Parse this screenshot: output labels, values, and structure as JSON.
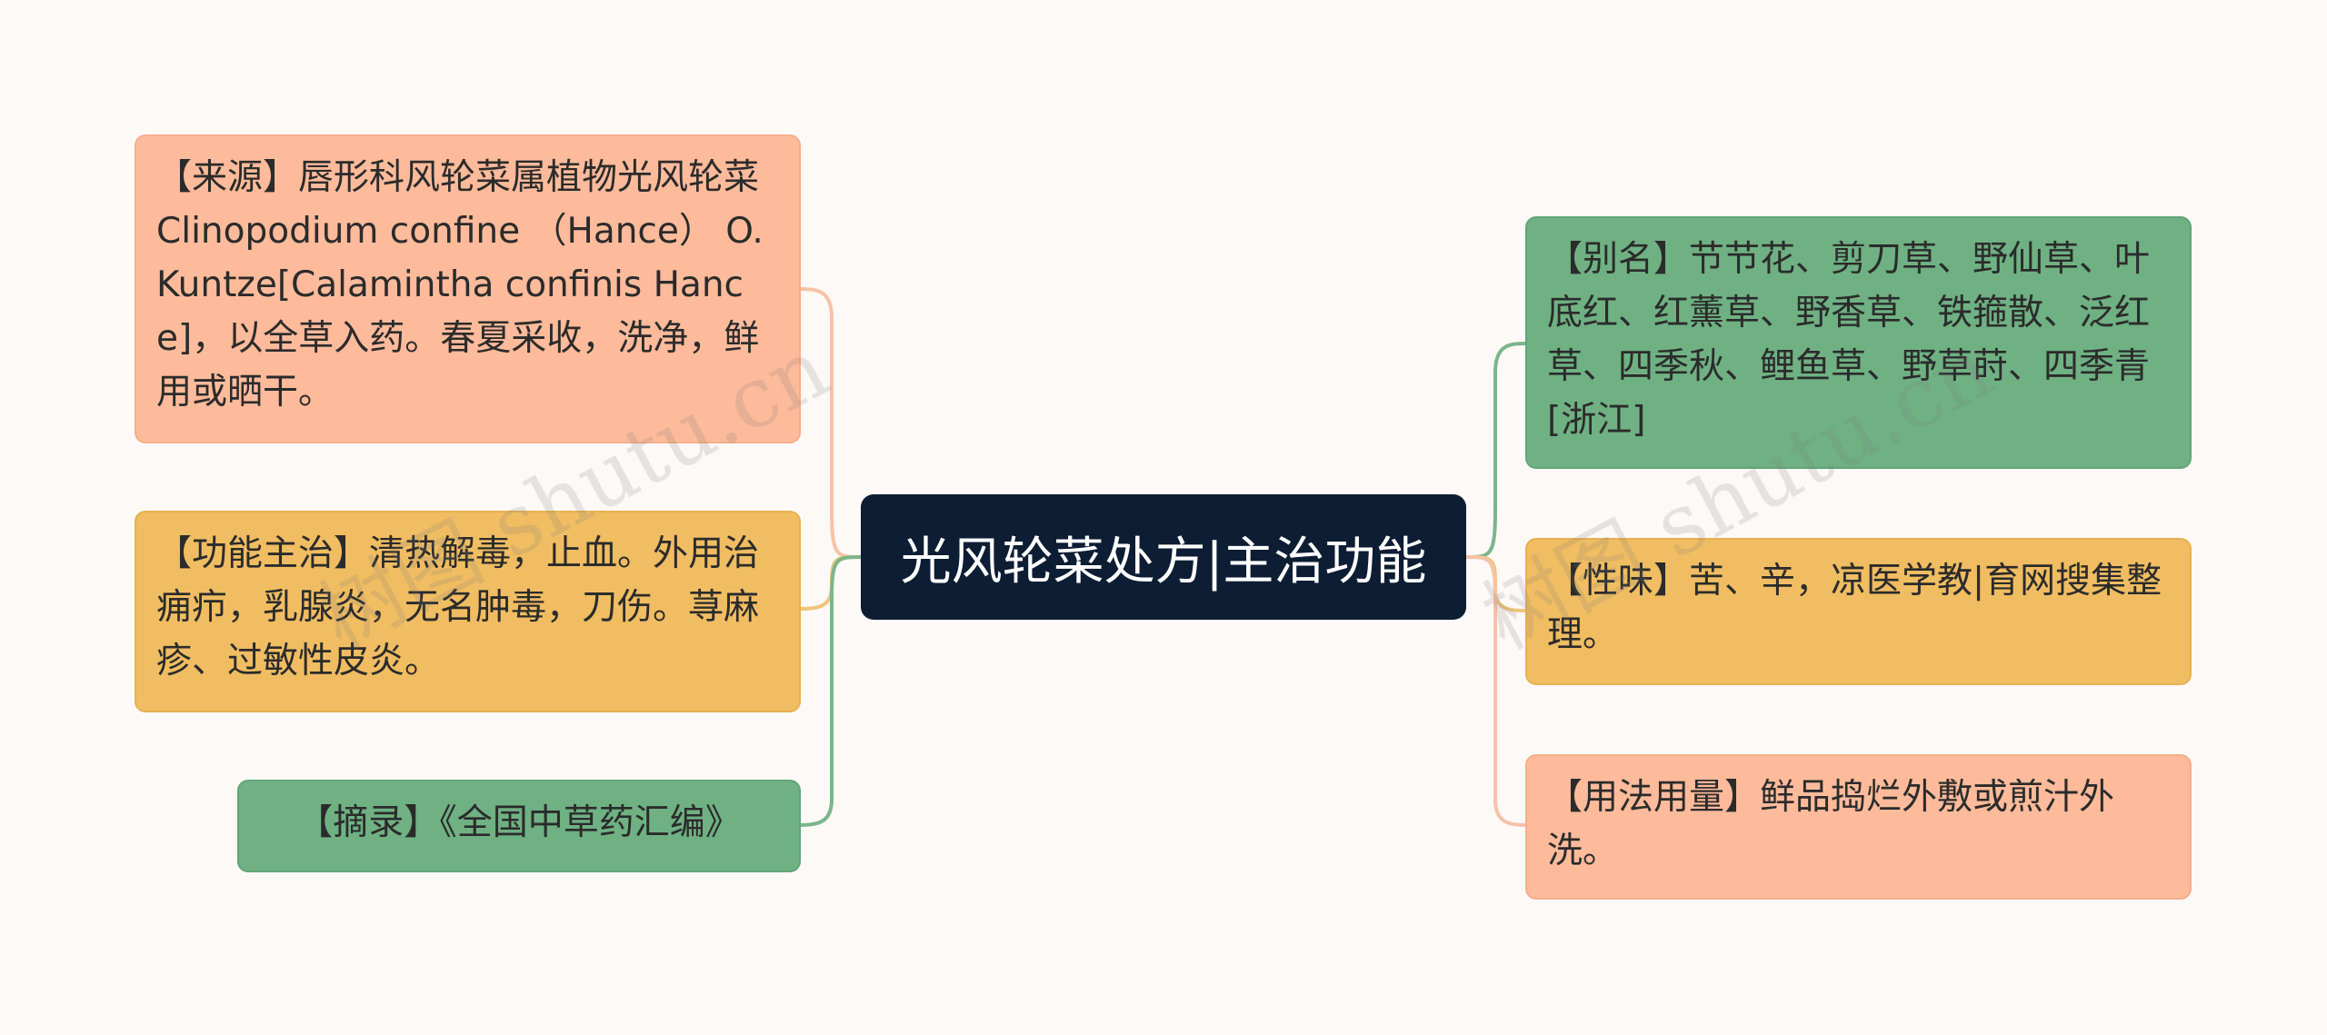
{
  "root": {
    "title": "光风轮菜处方|主治功能"
  },
  "left": [
    {
      "text": "【来源】唇形科风轮菜属植物光风轮菜Clinopodium confine （Hance） O. Kuntze[Calamintha confinis Hance]，以全草入药。春夏采收，洗净，鲜用或晒干。"
    },
    {
      "text": "【功能主治】清热解毒，止血。外用治痈疖，乳腺炎，无名肿毒，刀伤。荨麻疹、过敏性皮炎。"
    },
    {
      "text": "【摘录】《全国中草药汇编》"
    }
  ],
  "right": [
    {
      "text": "【别名】节节花、剪刀草、野仙草、叶底红、红薰草、野香草、铁箍散、泛红草、四季秋、鲤鱼草、野草莳、四季青[浙江]"
    },
    {
      "text": "【性味】苦、辛，凉医学教|育网搜集整理。"
    },
    {
      "text": "【用法用量】鲜品捣烂外敷或煎汁外洗。"
    }
  ],
  "watermark": {
    "text": "树图 shutu.cn"
  },
  "colors": {
    "salmon": "#fdbb9b",
    "amber": "#f0bd62",
    "green": "#6fb183",
    "root": "#0d1d33"
  }
}
